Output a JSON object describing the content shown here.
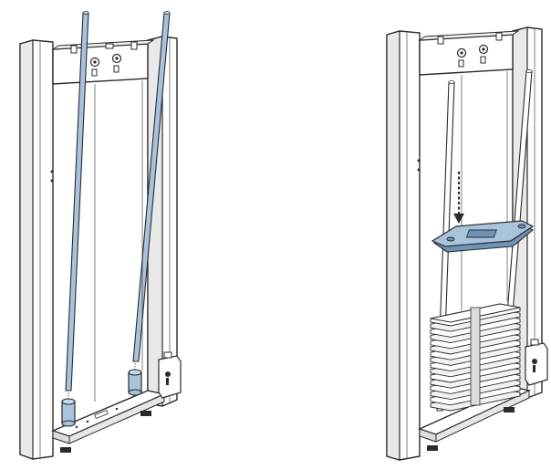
{
  "figure": {
    "panels": [
      {
        "id": "left",
        "step": "insert-guide-rods"
      },
      {
        "id": "right",
        "step": "install-top-plate"
      }
    ]
  },
  "colors": {
    "background": "#ffffff",
    "line": "#2b2b2b",
    "frame_fill": "#ffffff",
    "frame_shade": "#e6e6e6",
    "highlight_fill": "#a9c3dd",
    "highlight_dark": "#6f93b8",
    "weight_plate": "#f2f2f2"
  },
  "icons": [
    "dashed-arrow-down-icon",
    "bolt-icon",
    "pulley-icon"
  ]
}
